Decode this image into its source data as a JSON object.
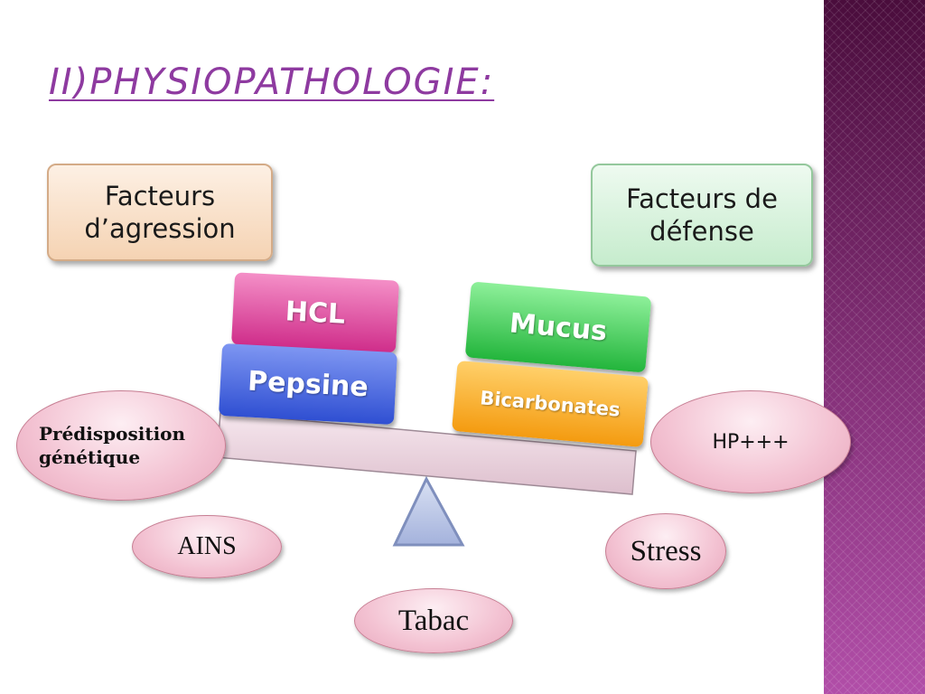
{
  "title": "II)PHYSIOPATHOLOGIE:",
  "agression_box": {
    "line1": "Facteurs",
    "line2": "d’agression"
  },
  "defense_box": {
    "line1": "Facteurs de",
    "line2": "défense"
  },
  "agression_items": {
    "hcl": "HCL",
    "pepsine": "Pepsine"
  },
  "defense_items": {
    "mucus": "Mucus",
    "bicarbonates": "Bicarbonates"
  },
  "factors": {
    "predisposition": {
      "line1": "Prédisposition",
      "line2": "génétique"
    },
    "hp": "HP+++",
    "ains": "AINS",
    "stress": "Stress",
    "tabac": "Tabac"
  },
  "colors": {
    "title": "#8e3aa0",
    "sidebar": "#7a2a6e",
    "hcl": "#cf2d8a",
    "pepsine": "#2f4fd2",
    "mucus": "#23b53c",
    "bicarbonates": "#f49b10",
    "ellipse": "#f3c2d2"
  }
}
